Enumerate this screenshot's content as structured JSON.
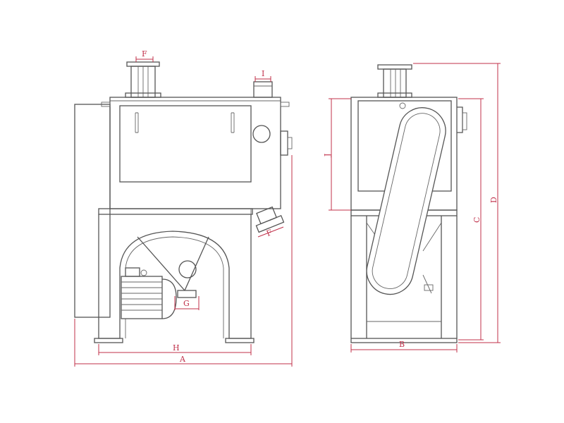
{
  "dimension_labels": {
    "A": "A",
    "B": "B",
    "C": "C",
    "D": "D",
    "F_top": "F",
    "F_outlet": "F",
    "G": "G",
    "H": "H",
    "I_top": "I",
    "J_side": "J"
  }
}
